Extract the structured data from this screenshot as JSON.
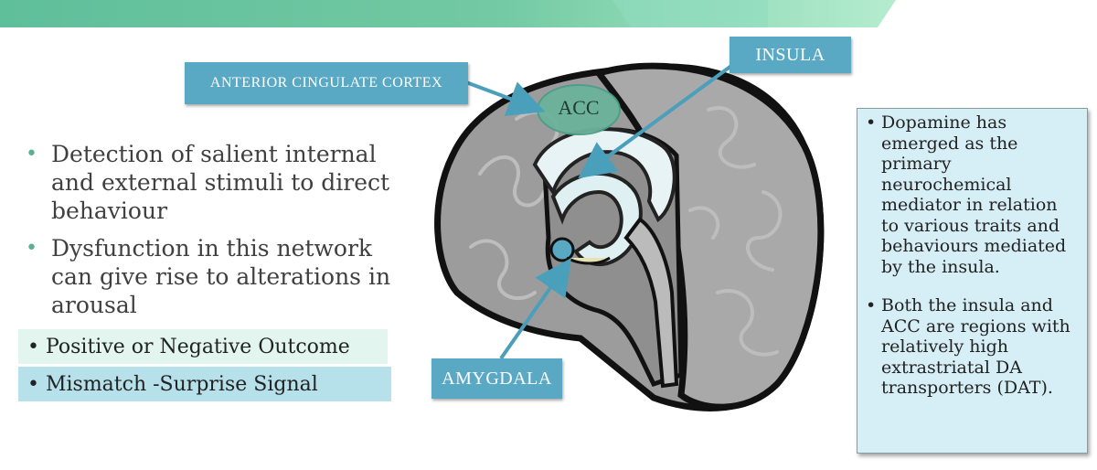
{
  "colors": {
    "accent_teal": "#5aa9c4",
    "bullet_green": "#5cb08e",
    "info_box_bg": "#d6eef5",
    "acc_region": "#6bb39b"
  },
  "labels": {
    "acc_full": "ANTERIOR CINGULATE CORTEX",
    "insula": "INSULA",
    "amygdala": "AMYGDALA",
    "acc_short": "ACC"
  },
  "main_bullets": [
    "Detection of salient internal and external stimuli to direct behaviour",
    "Dysfunction in this network can give rise to alterations in arousal"
  ],
  "outcomes": {
    "positive": "• Positive or Negative Outcome",
    "mismatch": "• Mismatch -Surprise Signal"
  },
  "info_box": {
    "items": [
      "Dopamine has emerged as the primary neurochemical mediator in relation to various traits and behaviours mediated by the insula.",
      "Both the insula and ACC are regions with relatively high extrastriatal DA transporters (DAT)."
    ]
  },
  "bullet_char": "•"
}
